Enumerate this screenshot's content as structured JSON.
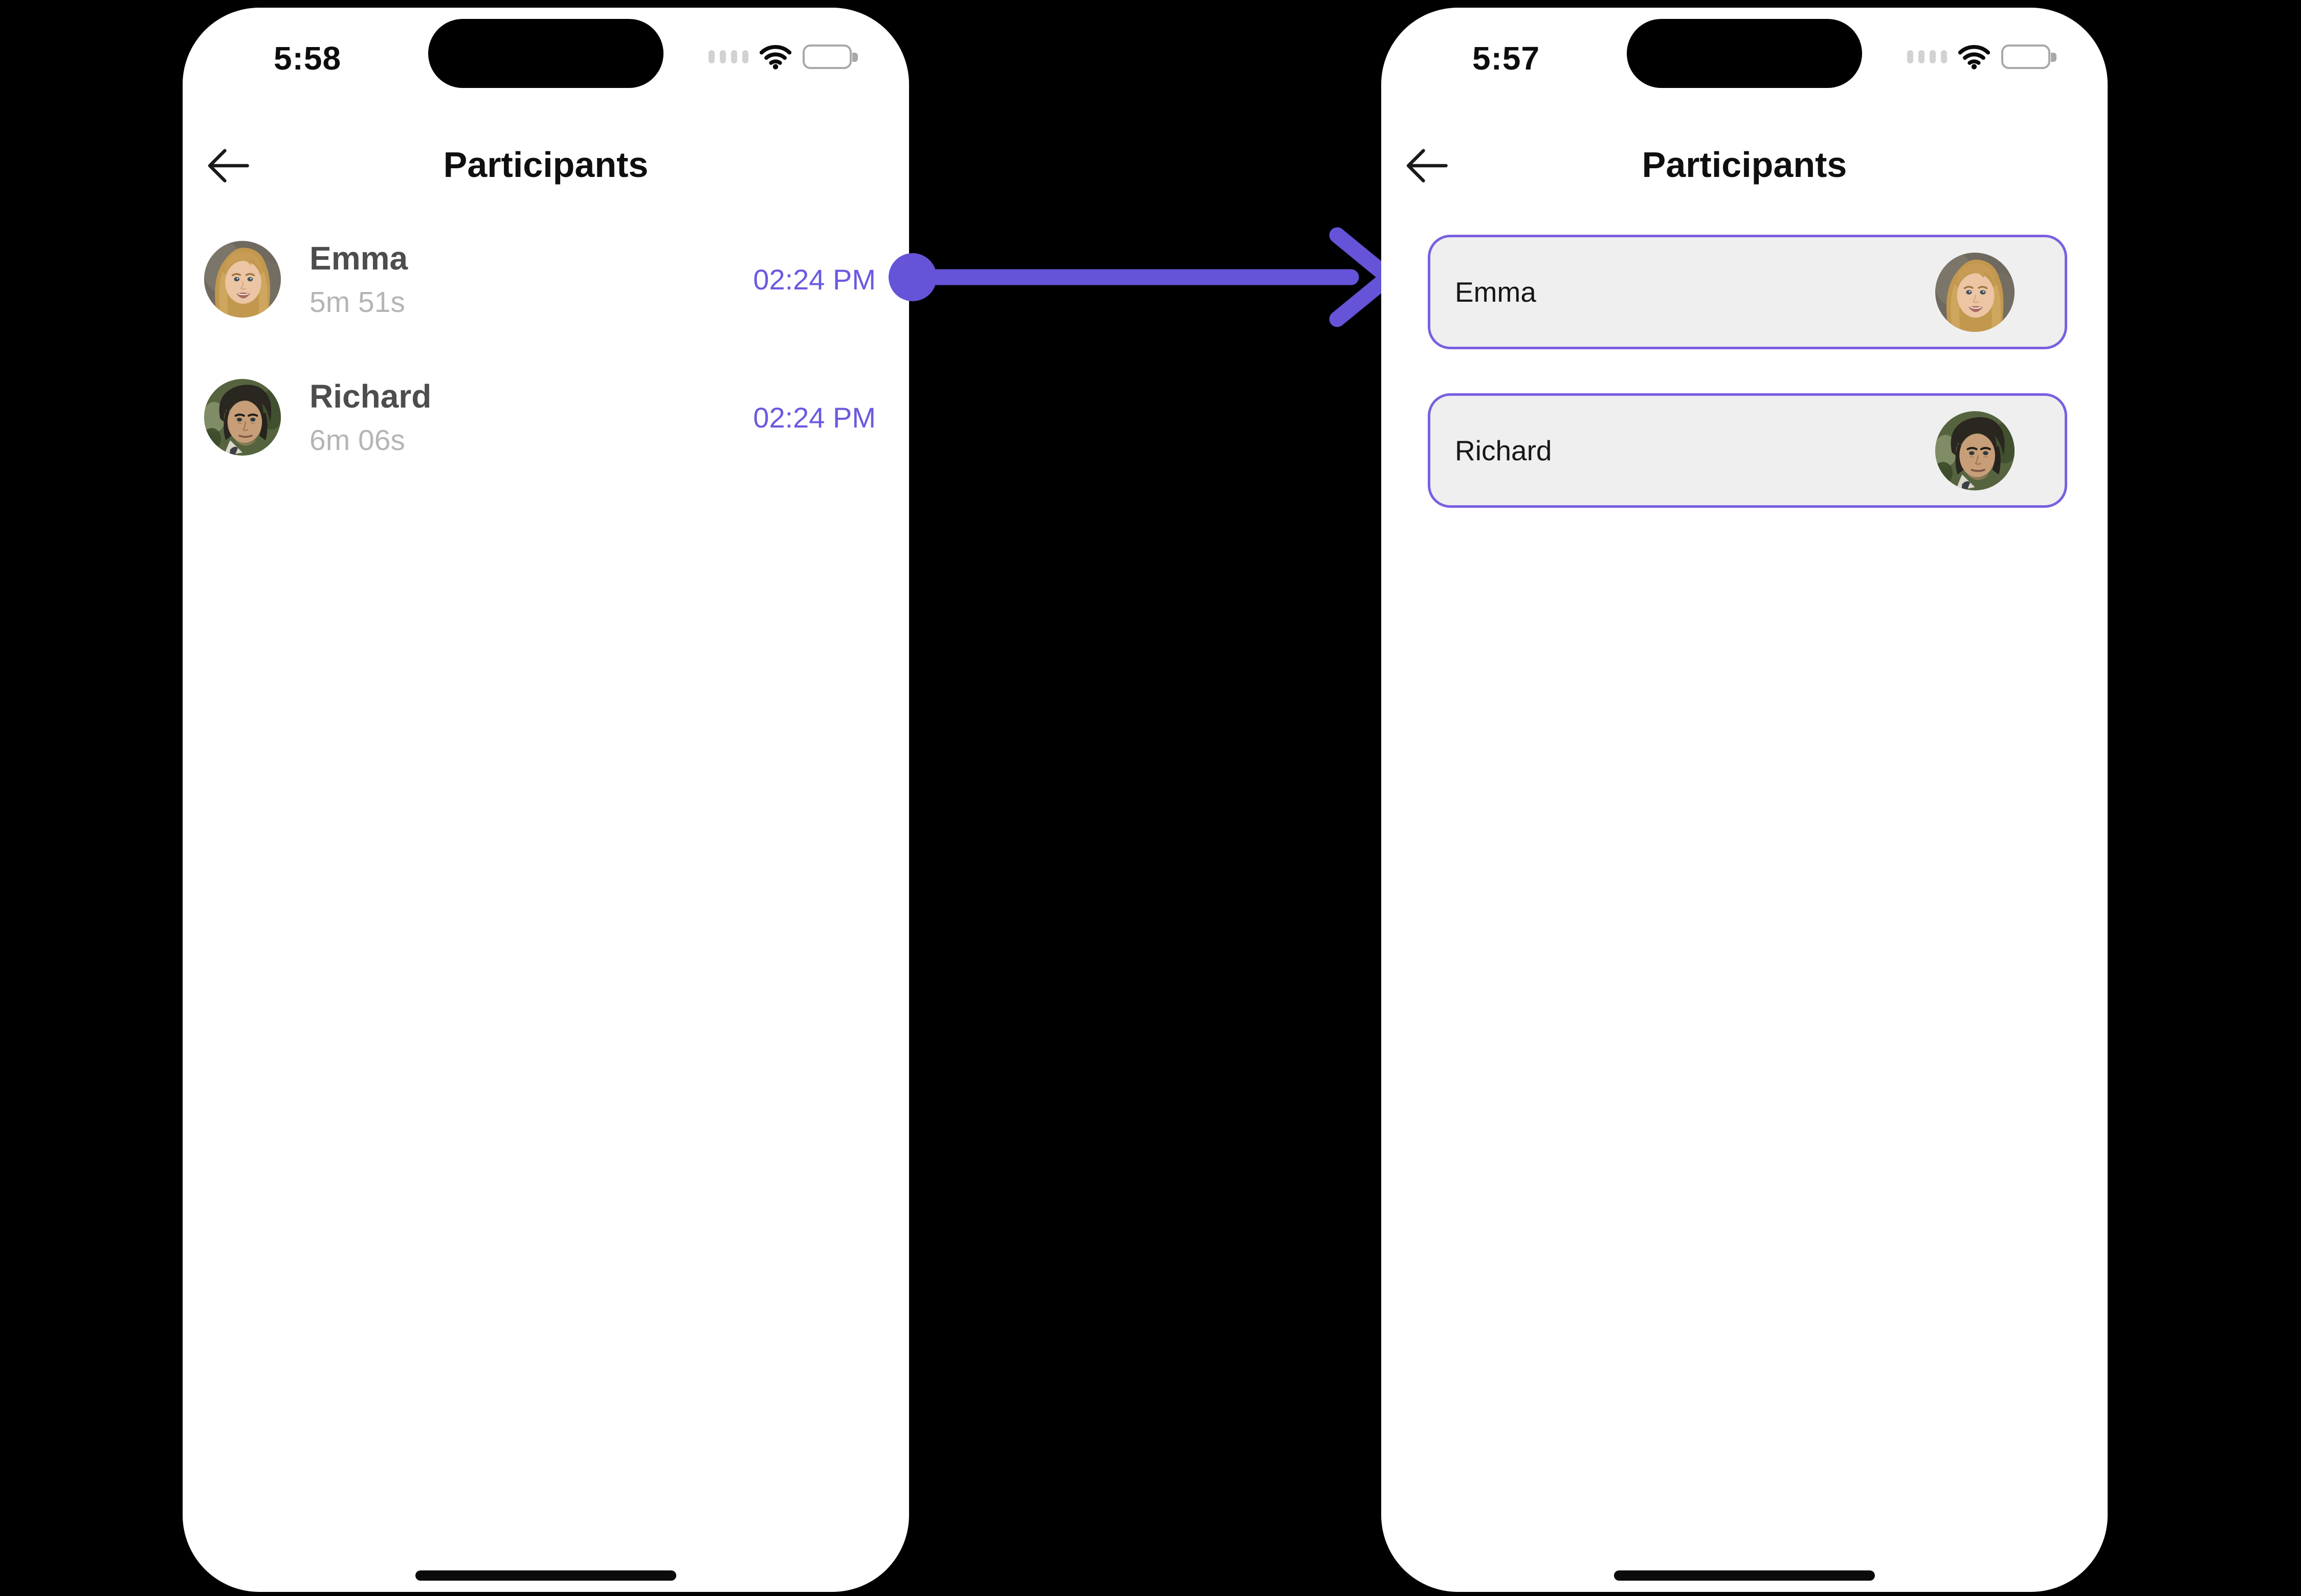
{
  "colors": {
    "accent_purple": "#6A5AE0",
    "arrow_purple": "#6554D8",
    "card_border": "#7A5FE0",
    "card_bg": "#EFEFEF",
    "phone_bg": "#FFFFFF",
    "canvas_bg": "#000000",
    "name_gray": "#4D4D4D",
    "duration_gray": "#B5B5B5"
  },
  "icons": {
    "back": "back-arrow-icon",
    "cellular": "cellular-signal-icon",
    "wifi": "wifi-icon",
    "battery": "battery-icon",
    "transition": "transition-arrow-icon",
    "home": "home-indicator"
  },
  "left_screen": {
    "status_time": "5:58",
    "title": "Participants",
    "participants": [
      {
        "name": "Emma",
        "duration": "5m 51s",
        "time": "02:24 PM",
        "avatar": "emma-avatar"
      },
      {
        "name": "Richard",
        "duration": "6m 06s",
        "time": "02:24 PM",
        "avatar": "richard-avatar"
      }
    ]
  },
  "right_screen": {
    "status_time": "5:57",
    "title": "Participants",
    "participants": [
      {
        "name": "Emma",
        "avatar": "emma-avatar"
      },
      {
        "name": "Richard",
        "avatar": "richard-avatar"
      }
    ]
  }
}
